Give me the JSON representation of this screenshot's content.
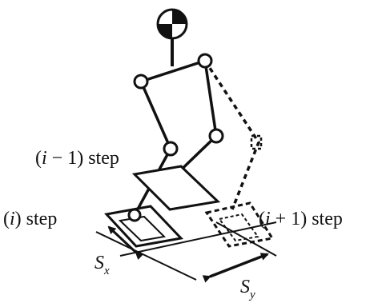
{
  "labels": {
    "prev_step": {
      "open": "(",
      "index": "i",
      "rest": " − 1) step"
    },
    "current_step": {
      "open": "(",
      "index": "i",
      "rest": ") step"
    },
    "next_step": {
      "open": "(",
      "index": "i",
      "rest": " + 1) step"
    },
    "stride_x": {
      "symbol": "S",
      "subscript": "x"
    },
    "stride_y": {
      "symbol": "S",
      "subscript": "y"
    }
  },
  "colors": {
    "ink": "#111111",
    "background": "#ffffff"
  }
}
